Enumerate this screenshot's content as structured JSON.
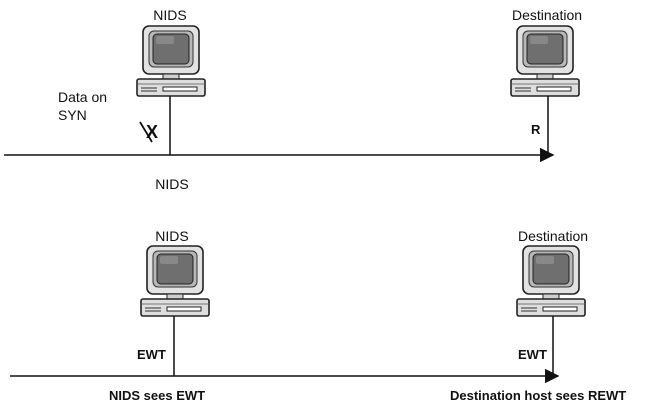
{
  "top": {
    "left_host_label": "NIDS",
    "right_host_label": "Destination",
    "data_on_syn_line1": "Data on",
    "data_on_syn_line2": "SYN",
    "packet_x_label": "X",
    "packet_r_label": "R",
    "below_line_label": "NIDS"
  },
  "bottom": {
    "left_host_label": "NIDS",
    "right_host_label": "Destination",
    "left_packet_label": "EWT",
    "right_packet_label": "EWT",
    "left_caption": "NIDS sees EWT",
    "right_caption": "Destination host sees REWT"
  },
  "colors": {
    "line": "#111111",
    "monitor_frame": "#dcdcdc",
    "screen": "#6f6f6f"
  }
}
